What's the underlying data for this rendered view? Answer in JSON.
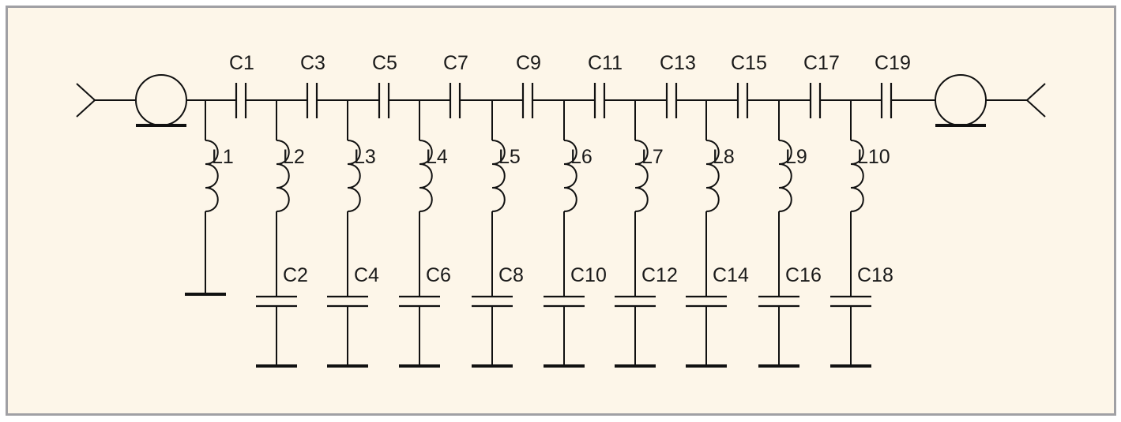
{
  "series_caps": [
    "C1",
    "C3",
    "C5",
    "C7",
    "C9",
    "C11",
    "C13",
    "C15",
    "C17",
    "C19"
  ],
  "inductors": [
    "L1",
    "L2",
    "L3",
    "L4",
    "L5",
    "L6",
    "L7",
    "L8",
    "L9",
    "L10"
  ],
  "shunt_caps": [
    "C2",
    "C4",
    "C6",
    "C8",
    "C10",
    "C12",
    "C14",
    "C16",
    "C18"
  ]
}
